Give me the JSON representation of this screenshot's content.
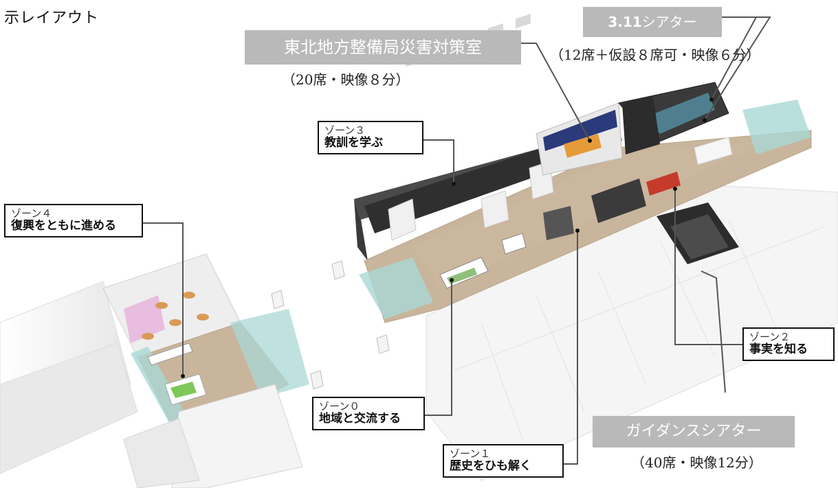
{
  "heading": "示レイアウト",
  "banners": {
    "disaster_office": {
      "title": "東北地方整備局災害対策室",
      "caption": "（20席・映像８分）"
    },
    "theater_311": {
      "title_bold": "3.11",
      "title_rest": "シアター",
      "caption": "（12席＋仮設８席可・映像６分）"
    },
    "guidance_theater": {
      "title": "ガイダンスシアター",
      "caption": "（40席・映像12分）"
    }
  },
  "zones": [
    {
      "id": "zone0",
      "num": "ゾーン０",
      "name": "地域と交流する"
    },
    {
      "id": "zone1",
      "num": "ゾーン１",
      "name": "歴史をひも解く"
    },
    {
      "id": "zone2",
      "num": "ゾーン２",
      "name": "事実を知る"
    },
    {
      "id": "zone3",
      "num": "ゾーン３",
      "name": "教訓を学ぶ"
    },
    {
      "id": "zone4",
      "num": "ゾーン４",
      "name": "復興をともに進める"
    }
  ],
  "colors": {
    "banner_grey": "#b9b9b9",
    "floor_wood": "#c9b59c",
    "glass_teal": "#a9d8d6",
    "wall_white": "#f2f2f2",
    "dark_room": "#3a3a3a"
  }
}
